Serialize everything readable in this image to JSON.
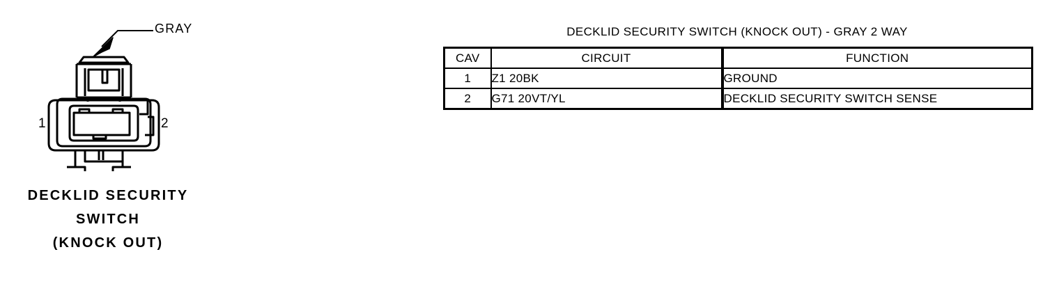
{
  "connector": {
    "color_label": "GRAY",
    "pins": [
      {
        "number": "1",
        "position": "left"
      },
      {
        "number": "2",
        "position": "right"
      }
    ],
    "caption_lines": [
      "DECKLID SECURITY",
      "SWITCH",
      "(KNOCK OUT)"
    ],
    "line_color": "#000000",
    "background_color": "#ffffff"
  },
  "table": {
    "title": "DECKLID SECURITY SWITCH (KNOCK OUT) - GRAY 2 WAY",
    "headers": {
      "cav": "CAV",
      "circuit": "CIRCUIT",
      "function": "FUNCTION"
    },
    "rows": [
      {
        "cav": "1",
        "circuit": "Z1  20BK",
        "function": "GROUND"
      },
      {
        "cav": "2",
        "circuit": "G71  20VT/YL",
        "function": "DECKLID SECURITY SWITCH SENSE"
      }
    ]
  }
}
